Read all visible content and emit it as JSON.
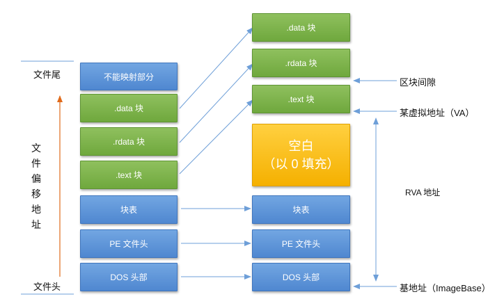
{
  "file_column": {
    "unmapped": "不能映射部分",
    "data": ".data 块",
    "rdata": ".rdata 块",
    "text": ".text 块",
    "table": "块表",
    "pe_header": "PE 文件头",
    "dos_header": "DOS 头部"
  },
  "memory_column": {
    "data": ".data 块",
    "rdata": ".rdata 块",
    "text": ".text 块",
    "blank_line1": "空白",
    "blank_line2": "（以 0 填充）",
    "table": "块表",
    "pe_header": "PE 文件头",
    "dos_header": "DOS 头部"
  },
  "labels": {
    "file_tail": "文件尾",
    "file_head": "文件头",
    "file_offset": [
      "文",
      "件",
      "偏",
      "移",
      "地",
      "址"
    ],
    "section_gap": "区块间隙",
    "some_va": "某虚拟地址（VA）",
    "rva": "RVA 地址",
    "base": "基地址（ImageBase）"
  },
  "colors": {
    "green": "#78b043",
    "blue": "#5a90d6",
    "yellow": "#f8bc10",
    "arrow_blue": "#6e9fd8",
    "arrow_orange": "#e06a1a"
  }
}
